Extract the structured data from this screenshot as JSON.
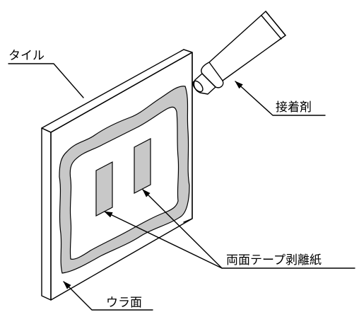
{
  "labels": {
    "tile": "タイル",
    "adhesive": "接着剤",
    "release_paper": "両面テープ剥離紙",
    "back_side": "ウラ面"
  },
  "colors": {
    "adhesive_fill": "#c8c8c8",
    "tape_fill": "#c8c8c8",
    "tile_face": "#ffffff",
    "line": "#000000"
  }
}
